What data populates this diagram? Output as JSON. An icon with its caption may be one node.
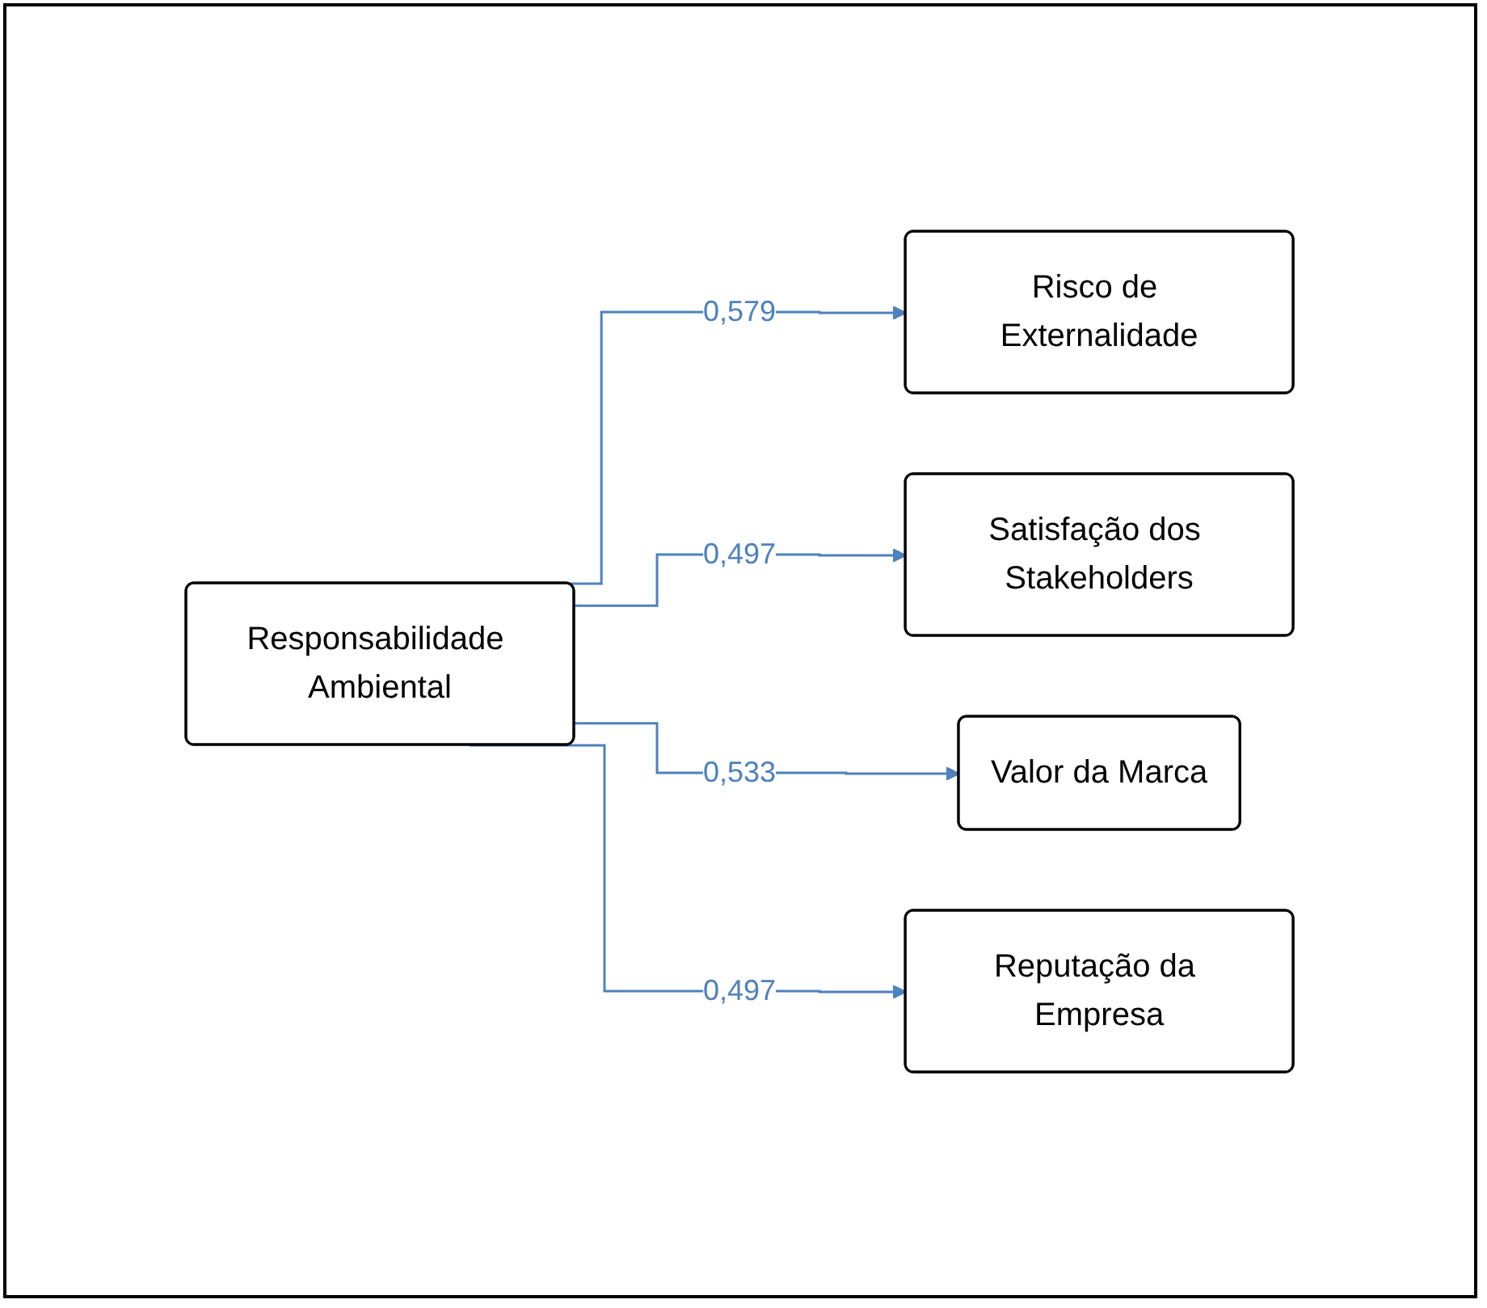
{
  "diagram": {
    "nodes": [
      {
        "text": [
          "Responsabilidade Ambiental"
        ]
      },
      {
        "text": [
          "Risco de Externalidade"
        ]
      },
      {
        "text": [
          "Satisfação dos Stakeholders"
        ]
      },
      {
        "text": [
          "Valor da Marca"
        ]
      },
      {
        "text": [
          "Reputação da Empresa"
        ]
      }
    ],
    "edges": [
      {
        "from": 0,
        "to": 1,
        "arrow": "to",
        "label": "0,579"
      },
      {
        "from": 0,
        "to": 2,
        "arrow": "to",
        "label": "0,497"
      },
      {
        "from": 0,
        "to": 3,
        "arrow": "to",
        "label": "0,533"
      },
      {
        "from": 0,
        "to": 4,
        "arrow": "to",
        "label": "0,497"
      }
    ]
  }
}
